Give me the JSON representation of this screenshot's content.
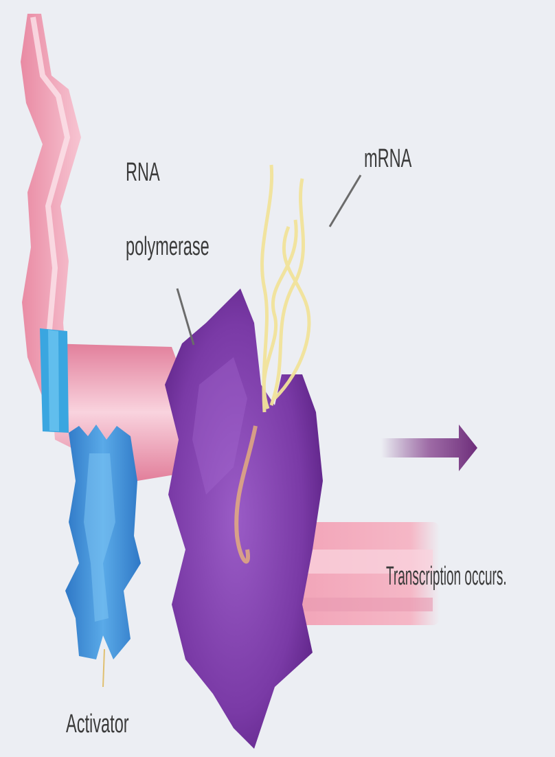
{
  "labels": {
    "rna_polymerase_line1": "RNA",
    "rna_polymerase_line2": "polymerase",
    "mrna": "mRNA",
    "transcription": "Transcription occurs.",
    "activator": "Activator"
  },
  "colors": {
    "background": "#eceef3",
    "dna_pink": "#f0a0b4",
    "dna_light": "#f8d0dc",
    "polymerase_purple": "#7d3fa8",
    "activator_blue": "#3b8fd9",
    "mrna_yellow": "#f2e39a",
    "arrow_purple": "#7a3a86",
    "pointer_line": "#666666"
  }
}
